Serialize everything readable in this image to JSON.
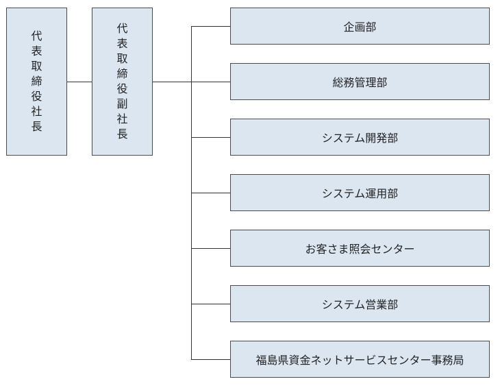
{
  "org": {
    "president": [
      "代",
      "表",
      "取",
      "締",
      "役",
      "社",
      "長"
    ],
    "vice_president": [
      "代",
      "表",
      "取",
      "締",
      "役",
      "副",
      "社",
      "長"
    ],
    "departments": [
      "企画部",
      "総務管理部",
      "システム開発部",
      "システム運用部",
      "お客さま照会センター",
      "システム営業部",
      "福島県資金ネットサービスセンター事務局"
    ]
  },
  "colors": {
    "box_fill": "#dce6f1",
    "box_border": "#4a4a4a",
    "line": "#333333"
  }
}
